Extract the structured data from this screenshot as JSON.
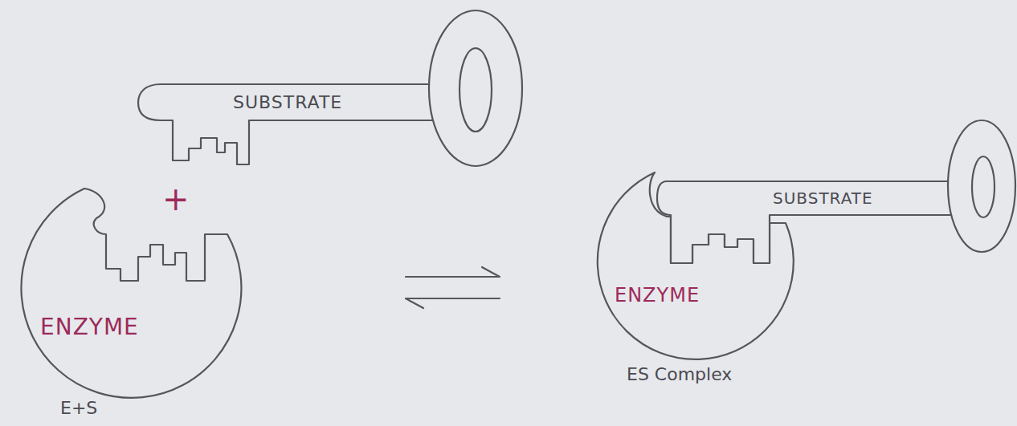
{
  "diagram": {
    "nodes": [
      {
        "text": [
          "SUBSTRATE"
        ]
      },
      {
        "text": [
          "ENZYME"
        ]
      },
      {
        "text": [
          "ENZYME"
        ]
      },
      {
        "text": [
          "SUBSTRATE"
        ]
      }
    ],
    "labels": [
      "+",
      "E+S",
      "ES Complex"
    ]
  }
}
